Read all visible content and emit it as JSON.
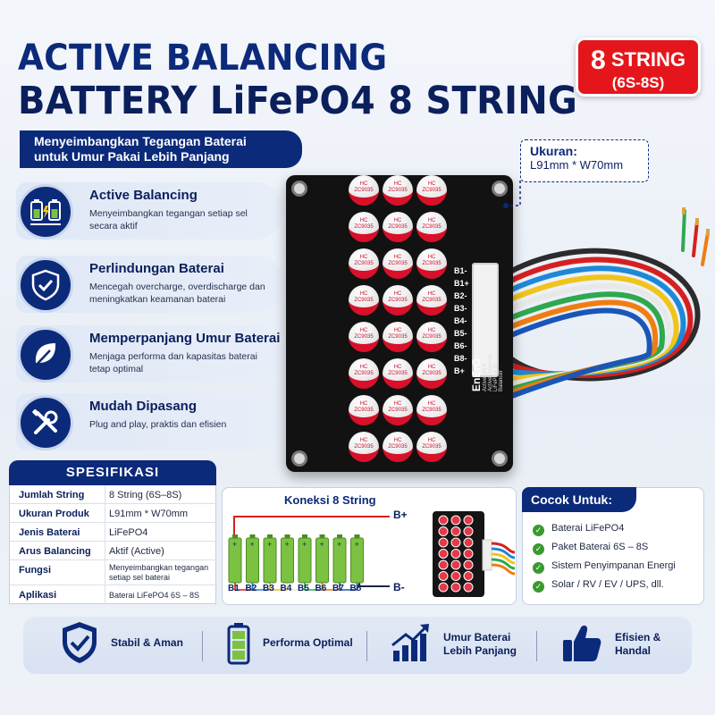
{
  "header": {
    "title_line1": "ACTIVE BALANCING",
    "title_line2": "BATTERY LiFePO4 8 STRING",
    "badge_num": "8",
    "badge_word": "STRING",
    "badge_range": "(6S-8S)",
    "tagline_line1": "Menyeimbangkan Tegangan Baterai",
    "tagline_line2": "untuk Umur Pakai Lebih Panjang"
  },
  "features": [
    {
      "title": "Active Balancing",
      "desc": "Menyeimbangkan tegangan setiap sel secara aktif",
      "icon": "battery-balance-icon"
    },
    {
      "title": "Perlindungan Baterai",
      "desc": "Mencegah overcharge, overdischarge dan meningkatkan keamanan baterai",
      "icon": "shield-check-icon"
    },
    {
      "title": "Memperpanjang Umur Baterai",
      "desc": "Menjaga performa dan kapasitas baterai tetap optimal",
      "icon": "leaf-icon"
    },
    {
      "title": "Mudah Dipasang",
      "desc": "Plug and play, praktis dan efisien",
      "icon": "tools-icon"
    }
  ],
  "size": {
    "label": "Ukuran:",
    "value": "L91mm * W70mm"
  },
  "board": {
    "cap_top": "HC",
    "cap_bottom": "ZC9035",
    "pins": [
      "B1-",
      "B1+",
      "B2-",
      "B3-",
      "B4-",
      "B5-",
      "B6-",
      "B8-",
      "B+"
    ],
    "brand": "EnErG",
    "print_line1": "ActiveBAL8",
    "print_line2": "Active Balancer",
    "print_line3": "LiFePO4 8S Balancer"
  },
  "specs": {
    "heading": "SPESIFIKASI",
    "rows": [
      {
        "k": "Jumlah String",
        "v": "8 String (6S–8S)"
      },
      {
        "k": "Ukuran Produk",
        "v": "L91mm * W70mm"
      },
      {
        "k": "Jenis Baterai",
        "v": "LiFePO4"
      },
      {
        "k": "Arus Balancing",
        "v": "Aktif (Active)"
      },
      {
        "k": "Fungsi",
        "v": "Menyeimbangkan tegangan setiap sel baterai"
      },
      {
        "k": "Aplikasi",
        "v": "Baterai LiFePO4 6S – 8S"
      }
    ]
  },
  "wiring": {
    "title": "Koneksi 8 String",
    "plus": "B+",
    "minus": "B-",
    "cells": [
      "B1",
      "B2",
      "B3",
      "B4",
      "B5",
      "B6",
      "B7",
      "B8"
    ]
  },
  "suitable": {
    "heading": "Cocok Untuk:",
    "items": [
      "Baterai LiFePO4",
      "Paket Baterai 6S – 8S",
      "Sistem Penyimpanan Energi",
      "Solar / RV / EV / UPS, dll."
    ]
  },
  "benefits": [
    {
      "line1": "Stabil & Aman",
      "line2": "",
      "icon": "shield-check-icon"
    },
    {
      "line1": "Performa Optimal",
      "line2": "",
      "icon": "battery-full-icon"
    },
    {
      "line1": "Umur Baterai",
      "line2": "Lebih Panjang",
      "icon": "growth-chart-icon"
    },
    {
      "line1": "Efisien &",
      "line2": "Handal",
      "icon": "thumbs-up-icon"
    }
  ],
  "colors": {
    "navy": "#0c2a7a",
    "badge_red": "#e4161c",
    "cap_red": "#d8102a",
    "check_green": "#3a9a2f",
    "cell_green": "#7cc242",
    "wire_colors": [
      "#2c2c2c",
      "#d62020",
      "#1e88d6",
      "#f0c419",
      "#e8e8e8",
      "#2fa84f",
      "#ef7d12",
      "#1a56b8"
    ]
  }
}
